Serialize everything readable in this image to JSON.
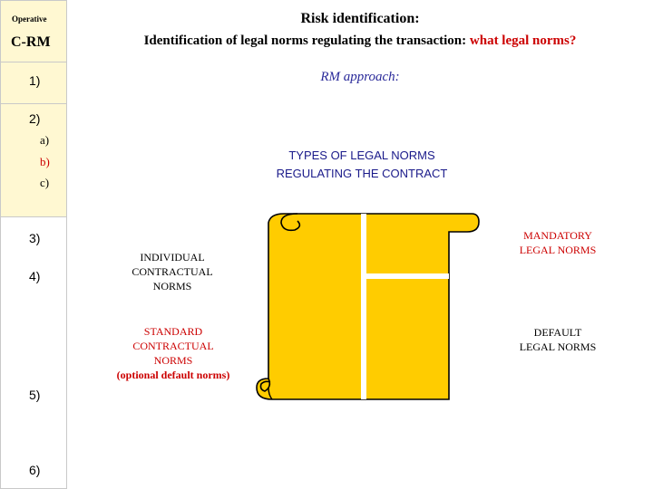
{
  "sidebar": {
    "operative": "Operative",
    "crm": "C-RM",
    "steps": [
      "1)",
      "2)",
      "a)",
      "b)",
      "c)",
      "3)",
      "4)",
      "5)",
      "6)"
    ]
  },
  "header": {
    "title": "Risk identification:",
    "subtitle_prefix": "Identification of legal norms regulating the transaction: ",
    "subtitle_highlight": "what legal norms?",
    "approach": "RM approach:"
  },
  "diagram": {
    "types_line1": "TYPES OF LEGAL NORMS",
    "types_line2": "REGULATING THE CONTRACT",
    "individual": [
      "INDIVIDUAL",
      "CONTRACTUAL",
      "NORMS"
    ],
    "standard": [
      "STANDARD",
      "CONTRACTUAL",
      "NORMS",
      "(optional default norms)"
    ],
    "mandatory": [
      "MANDATORY",
      "LEGAL NORMS"
    ],
    "default": [
      "DEFAULT",
      "LEGAL NORMS"
    ]
  },
  "colors": {
    "sidebar_bg": "#fff8d2",
    "highlight": "#cc0000",
    "scroll_fill": "#ffcc00",
    "accent_blue": "#1a1a8a"
  }
}
